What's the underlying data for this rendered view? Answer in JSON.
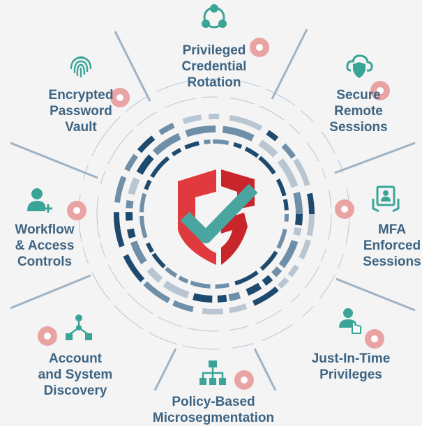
{
  "colors": {
    "text": "#3d6482",
    "icon": "#3aa597",
    "accent_dot": "#e9a3a3",
    "shield": "#e03a3e",
    "check": "#4aa5a0",
    "ring_dark": "#1e4a6e",
    "ring_mid": "#6f8fa8",
    "ring_light": "#b9c6d2"
  },
  "center": {
    "icon": "shield-check-icon"
  },
  "features": [
    {
      "id": "credential-rotation",
      "icon": "user-network-icon",
      "lines": [
        "Privileged",
        "Credential",
        "Rotation"
      ]
    },
    {
      "id": "remote-sessions",
      "icon": "cloud-shield-icon",
      "lines": [
        "Secure",
        "Remote",
        "Sessions"
      ]
    },
    {
      "id": "password-vault",
      "icon": "fingerprint-icon",
      "lines": [
        "Encrypted",
        "Password",
        "Vault"
      ]
    },
    {
      "id": "workflow-access",
      "icon": "user-add-icon",
      "lines": [
        "Workflow",
        "& Access",
        "Controls"
      ]
    },
    {
      "id": "mfa-sessions",
      "icon": "tablet-user-icon",
      "lines": [
        "MFA",
        "Enforced",
        "Sessions"
      ]
    },
    {
      "id": "discovery",
      "icon": "network-nodes-icon",
      "lines": [
        "Account",
        "and System",
        "Discovery"
      ]
    },
    {
      "id": "jit-privileges",
      "icon": "user-click-icon",
      "lines": [
        "Just-In-Time",
        "Privileges"
      ]
    },
    {
      "id": "microsegmentation",
      "icon": "hierarchy-icon",
      "lines": [
        "Policy-Based",
        "Microsegmentation"
      ]
    }
  ]
}
